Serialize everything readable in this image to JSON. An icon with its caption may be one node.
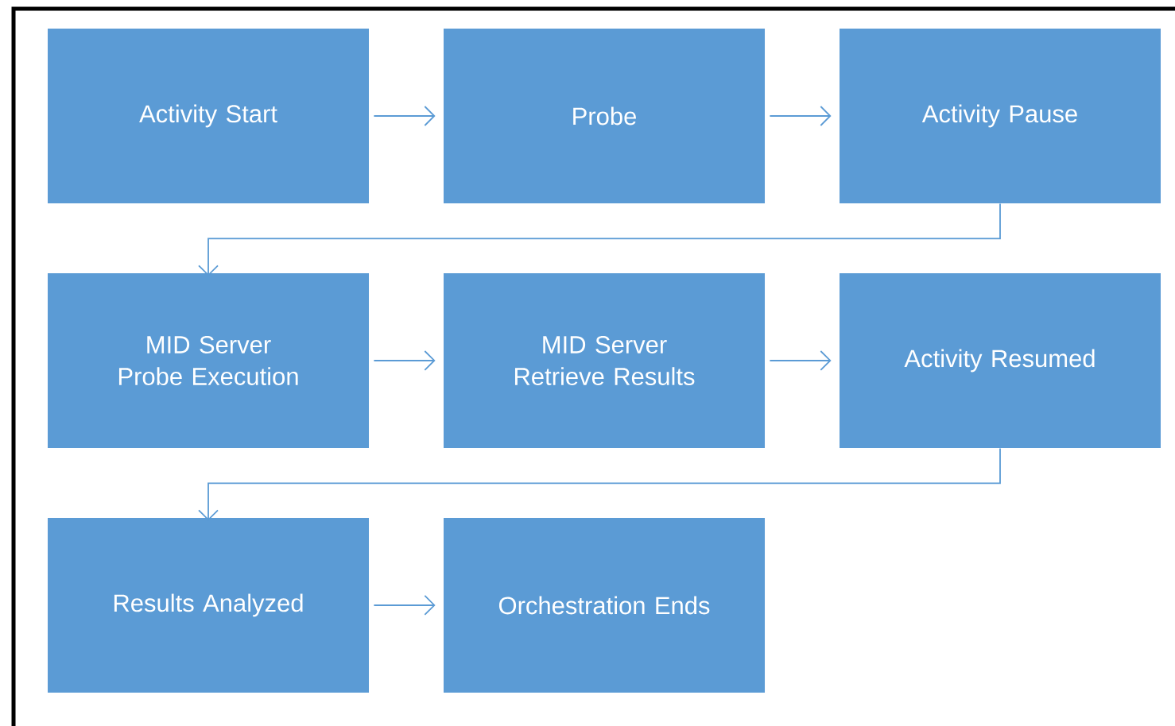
{
  "diagram": {
    "nodes": [
      {
        "text": [
          "Activity Start"
        ]
      },
      {
        "text": [
          "Probe"
        ]
      },
      {
        "text": [
          "Activity Pause"
        ]
      },
      {
        "text": [
          "MID Server Probe Execution"
        ]
      },
      {
        "text": [
          "MID Server Retrieve Results"
        ]
      },
      {
        "text": [
          "Activity Resumed"
        ]
      },
      {
        "text": [
          "Results Analyzed"
        ]
      },
      {
        "text": [
          "Orchestration Ends"
        ]
      }
    ],
    "edges": [
      {
        "from": 0,
        "to": 1,
        "arrow": "to"
      },
      {
        "from": 1,
        "to": 2,
        "arrow": "to"
      },
      {
        "from": 2,
        "to": 3,
        "arrow": "to"
      },
      {
        "from": 3,
        "to": 4,
        "arrow": "to"
      },
      {
        "from": 4,
        "to": 5,
        "arrow": "to"
      },
      {
        "from": 5,
        "to": 6,
        "arrow": "to"
      },
      {
        "from": 6,
        "to": 7,
        "arrow": "to"
      }
    ]
  }
}
